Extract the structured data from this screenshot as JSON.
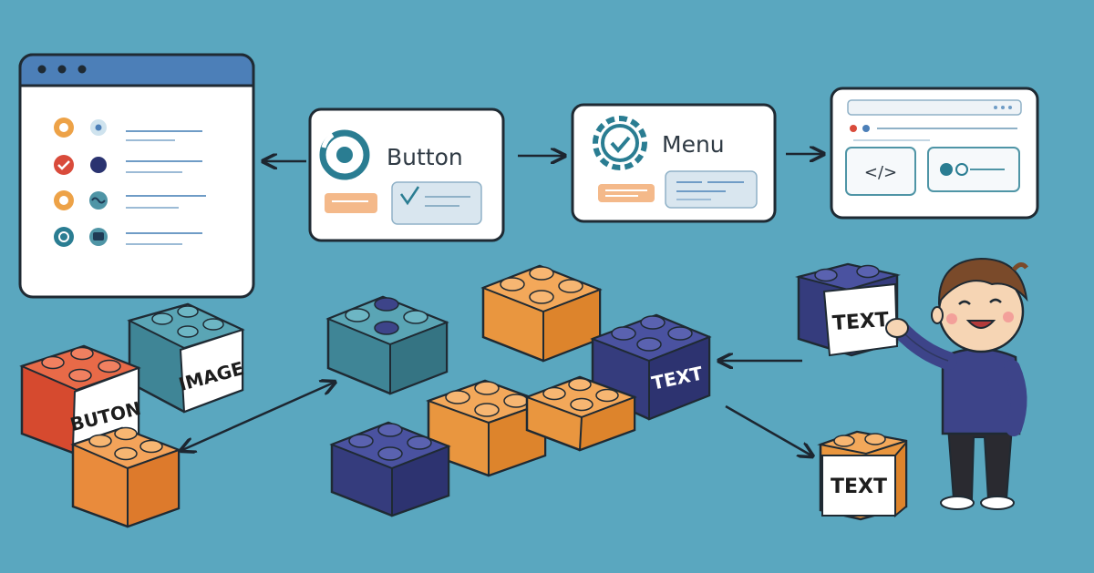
{
  "cards": {
    "button": {
      "label": "Button"
    },
    "menu": {
      "label": "Menu"
    },
    "browser": {
      "code_icon": "code-brackets-icon",
      "code_text": "</>"
    }
  },
  "bricks": {
    "red_label": "BUTON",
    "teal_label": "IMAGE",
    "navy_label": "TEXT",
    "held_label": "TEXT",
    "small_orange_label": "TEXT"
  },
  "palette": {
    "background": "#5aa7bf",
    "red": "#e05434",
    "teal": "#4f95a6",
    "orange": "#eda247",
    "navy": "#3d4489",
    "accent_teal": "#2a7d92"
  }
}
